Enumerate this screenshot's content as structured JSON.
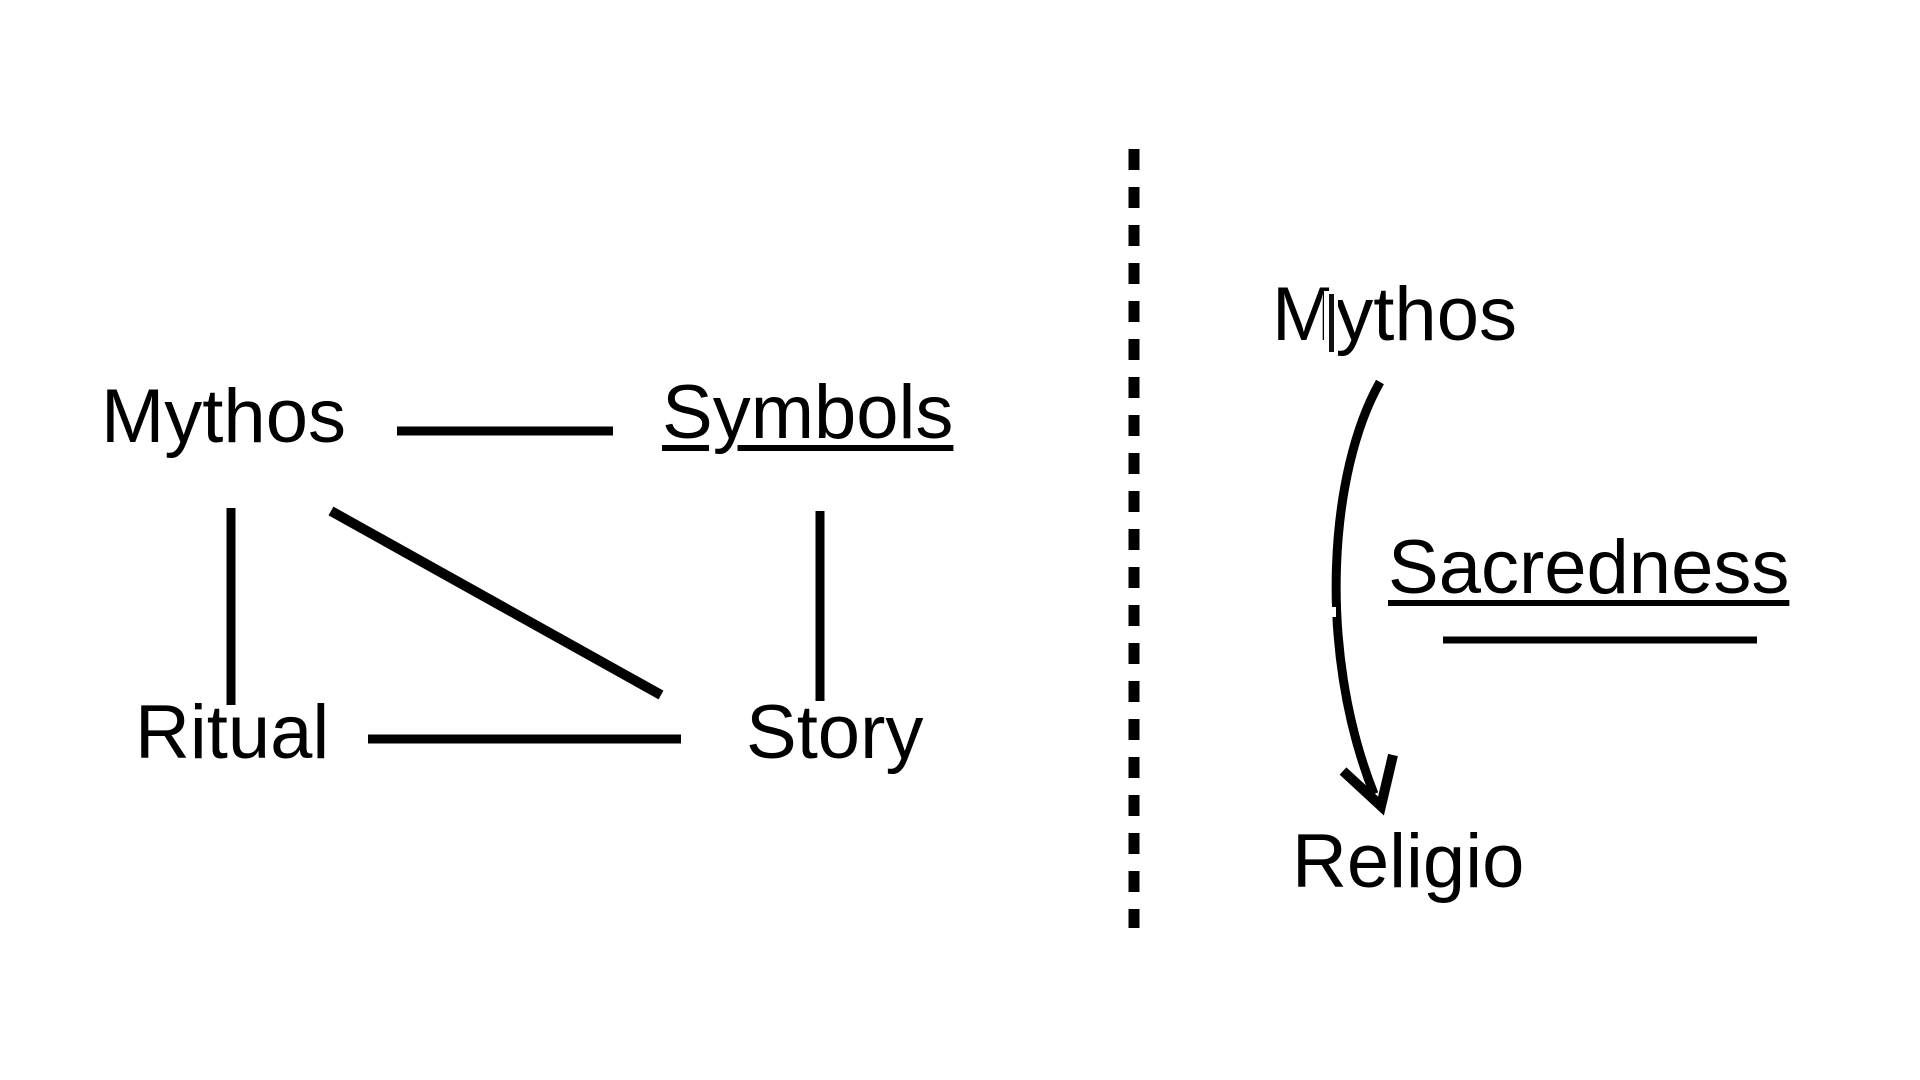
{
  "diagram": {
    "colors": {
      "ink": "#000000",
      "background": "#ffffff"
    },
    "left_panel": {
      "nodes": [
        {
          "label": "Mythos",
          "underlined": false
        },
        {
          "label": "Symbols",
          "underlined": true
        },
        {
          "label": "Ritual",
          "underlined": false
        },
        {
          "label": "Story",
          "underlined": false
        }
      ],
      "edges": [
        {
          "from": "Mythos",
          "to": "Symbols",
          "style": "straight"
        },
        {
          "from": "Mythos",
          "to": "Ritual",
          "style": "straight"
        },
        {
          "from": "Mythos",
          "to": "Story",
          "style": "diagonal"
        },
        {
          "from": "Symbols",
          "to": "Story",
          "style": "straight"
        },
        {
          "from": "Ritual",
          "to": "Story",
          "style": "straight"
        }
      ]
    },
    "divider": {
      "style": "vertical-dashed"
    },
    "right_panel": {
      "nodes": [
        {
          "label": "Mythos"
        },
        {
          "label": "Religio"
        }
      ],
      "edge": {
        "from": "Mythos",
        "to": "Religio",
        "label": "Sacredness",
        "label_underlined": true,
        "style": "curved-arrow-down"
      }
    }
  }
}
